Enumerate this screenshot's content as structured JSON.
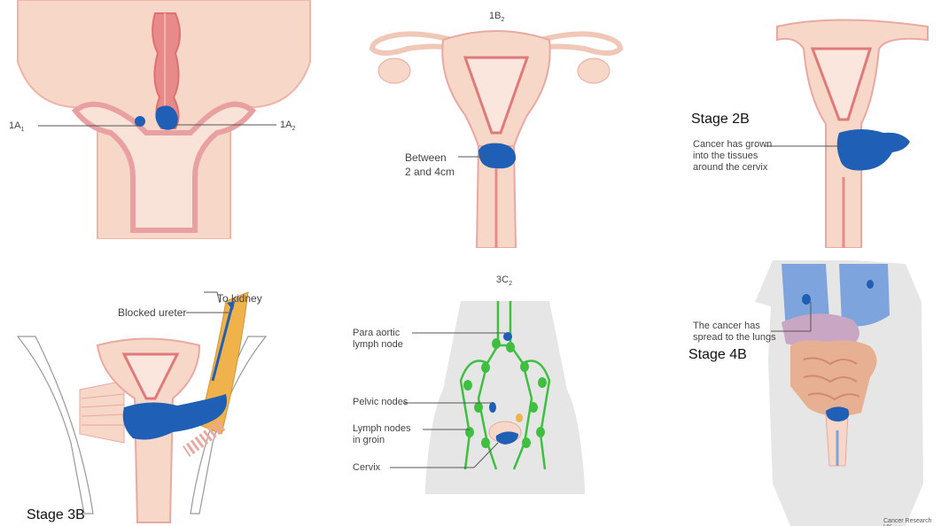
{
  "panels": {
    "p1": {
      "label_left_main": "1A",
      "label_left_sub": "1",
      "label_right_main": "1A",
      "label_right_sub": "2"
    },
    "p2": {
      "title_main": "1B",
      "title_sub": "2",
      "annotation": "Between\n2 and 4cm"
    },
    "p3": {
      "stage": "Stage 2B",
      "annotation": "Cancer has grown\ninto the tissues\naround the cervix"
    },
    "p4": {
      "stage": "Stage 3B",
      "label_ureter": "Blocked ureter",
      "label_kidney": "To kidney"
    },
    "p5": {
      "title_main": "3C",
      "title_sub": "2",
      "labels": [
        "Para aortic\nlymph node",
        "Pelvic nodes",
        "Lymph nodes\nin groin",
        "Cervix"
      ]
    },
    "p6": {
      "stage": "Stage 4B",
      "annotation": "The cancer has\nspread to the lungs",
      "credit": "Cancer Research UK"
    }
  },
  "colors": {
    "tissue": "#f6d7c8",
    "tissue_outline": "#e9a9a2",
    "canal": "#e88a8a",
    "tumour": "#1f5fb5",
    "body_grey": "#e6e6e6",
    "lymph": "#3fbf3f",
    "ureter": "#f0b24a",
    "lung": "#7da4dd",
    "liver": "#c9a7c4",
    "bowel": "#e8b093"
  }
}
